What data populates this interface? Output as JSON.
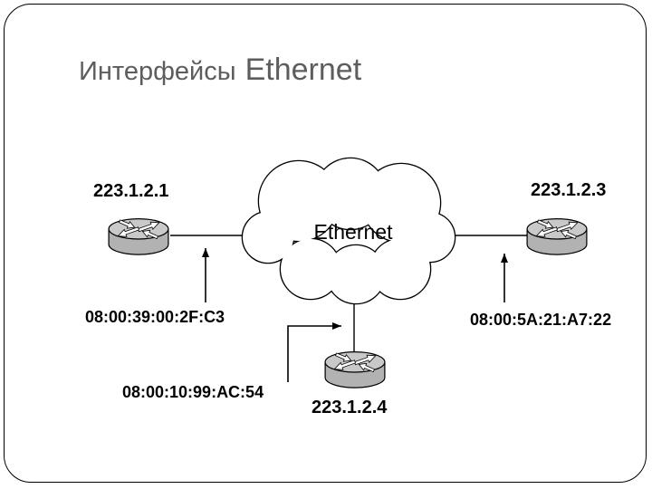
{
  "title": {
    "ru": "Интерфейсы",
    "en": "Ethernet"
  },
  "cloud": {
    "label": "Ethernet"
  },
  "nodes": {
    "left": {
      "ip": "223.1.2.1",
      "mac": "08:00:39:00:2F:C3"
    },
    "right": {
      "ip": "223.1.2.3",
      "mac": "08:00:5A:21:A7:22"
    },
    "bottom": {
      "ip": "223.1.2.4",
      "mac": "08:00:10:99:AC:54"
    }
  },
  "colors": {
    "title_text": "#5d5d5d",
    "label_text": "#000000",
    "router_body": "#b2b2b2",
    "router_top": "#c9c9c9",
    "outline": "#000000",
    "background": "#ffffff"
  }
}
